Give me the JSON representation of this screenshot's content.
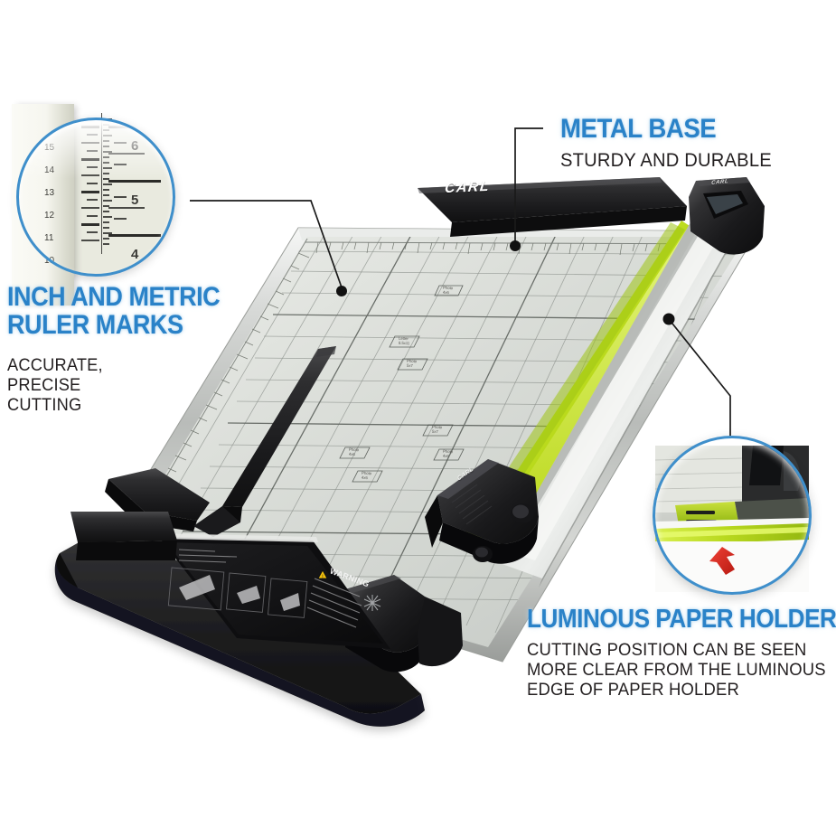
{
  "page": {
    "background_color": "#ffffff",
    "accent_blue": "#2a82c8",
    "body_text_color": "#231f20",
    "luminous_green": "#c6e022",
    "arrow_red": "#e02b20"
  },
  "callouts": [
    {
      "id": "metal-base",
      "title": "METAL BASE",
      "subtitle": "STURDY AND DURABLE",
      "target": "black top clamp bar of the trimmer base"
    },
    {
      "id": "ruler-marks",
      "title": "INCH AND METRIC\nRULER MARKS",
      "subtitle": "ACCURATE,\nPRECISE\nCUTTING",
      "target": "printed grid and ruler scale on the cutting mat"
    },
    {
      "id": "luminous-paper-holder",
      "title": "LUMINOUS PAPER HOLDER",
      "subtitle": "CUTTING POSITION CAN BE SEEN\nMORE CLEAR FROM THE LUMINOUS\nEDGE OF PAPER HOLDER",
      "target": "glowing green edge strip along the cutting rail"
    }
  ],
  "detail_circles": {
    "ruler": {
      "name": "ruler-scale-closeup",
      "metric_ticks": [
        "15",
        "14",
        "13",
        "12",
        "11",
        "10"
      ],
      "inch_ticks": [
        "6",
        "5",
        "4"
      ],
      "border_color": "#3f8fcb"
    },
    "luminous": {
      "name": "luminous-edge-closeup",
      "border_color": "#3f8fcb",
      "arrow_color": "#e02b20",
      "arrow_direction": "up-left"
    }
  },
  "product": {
    "brand": "CARL",
    "rail_end_brand": "CARL",
    "cutter_head_brand": "CARL",
    "warning_label": "WARNING",
    "mat_labels": [
      "Photo\n4x6",
      "Photo\n5x7",
      "Letter\n8.5x11",
      "Photo\n5x7",
      "Photo\n4x6",
      "Photo\n4x6",
      "Photo\n4x6"
    ]
  }
}
